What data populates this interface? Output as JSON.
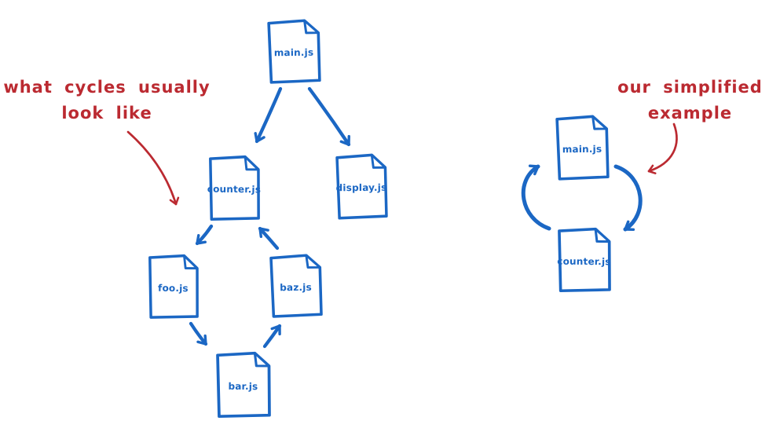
{
  "colors": {
    "blue": "#1b67c4",
    "red": "#bb2a31",
    "background": "#ffffff"
  },
  "diagrams": {
    "left": {
      "caption": [
        "what cycles usually",
        "look like"
      ],
      "nodes": [
        {
          "id": "main",
          "label": "main.js"
        },
        {
          "id": "counter",
          "label": "counter.js"
        },
        {
          "id": "display",
          "label": "display.js"
        },
        {
          "id": "foo",
          "label": "foo.js"
        },
        {
          "id": "baz",
          "label": "baz.js"
        },
        {
          "id": "bar",
          "label": "bar.js"
        }
      ],
      "edges": [
        {
          "from": "main.js",
          "to": "counter.js"
        },
        {
          "from": "main.js",
          "to": "display.js"
        },
        {
          "from": "counter.js",
          "to": "foo.js"
        },
        {
          "from": "foo.js",
          "to": "bar.js"
        },
        {
          "from": "bar.js",
          "to": "baz.js"
        },
        {
          "from": "baz.js",
          "to": "counter.js"
        }
      ]
    },
    "right": {
      "caption": [
        "our simplified",
        "example"
      ],
      "nodes": [
        {
          "id": "main",
          "label": "main.js"
        },
        {
          "id": "counter",
          "label": "counter.js"
        }
      ],
      "edges": [
        {
          "from": "main.js",
          "to": "counter.js"
        },
        {
          "from": "counter.js",
          "to": "main.js"
        }
      ]
    }
  }
}
